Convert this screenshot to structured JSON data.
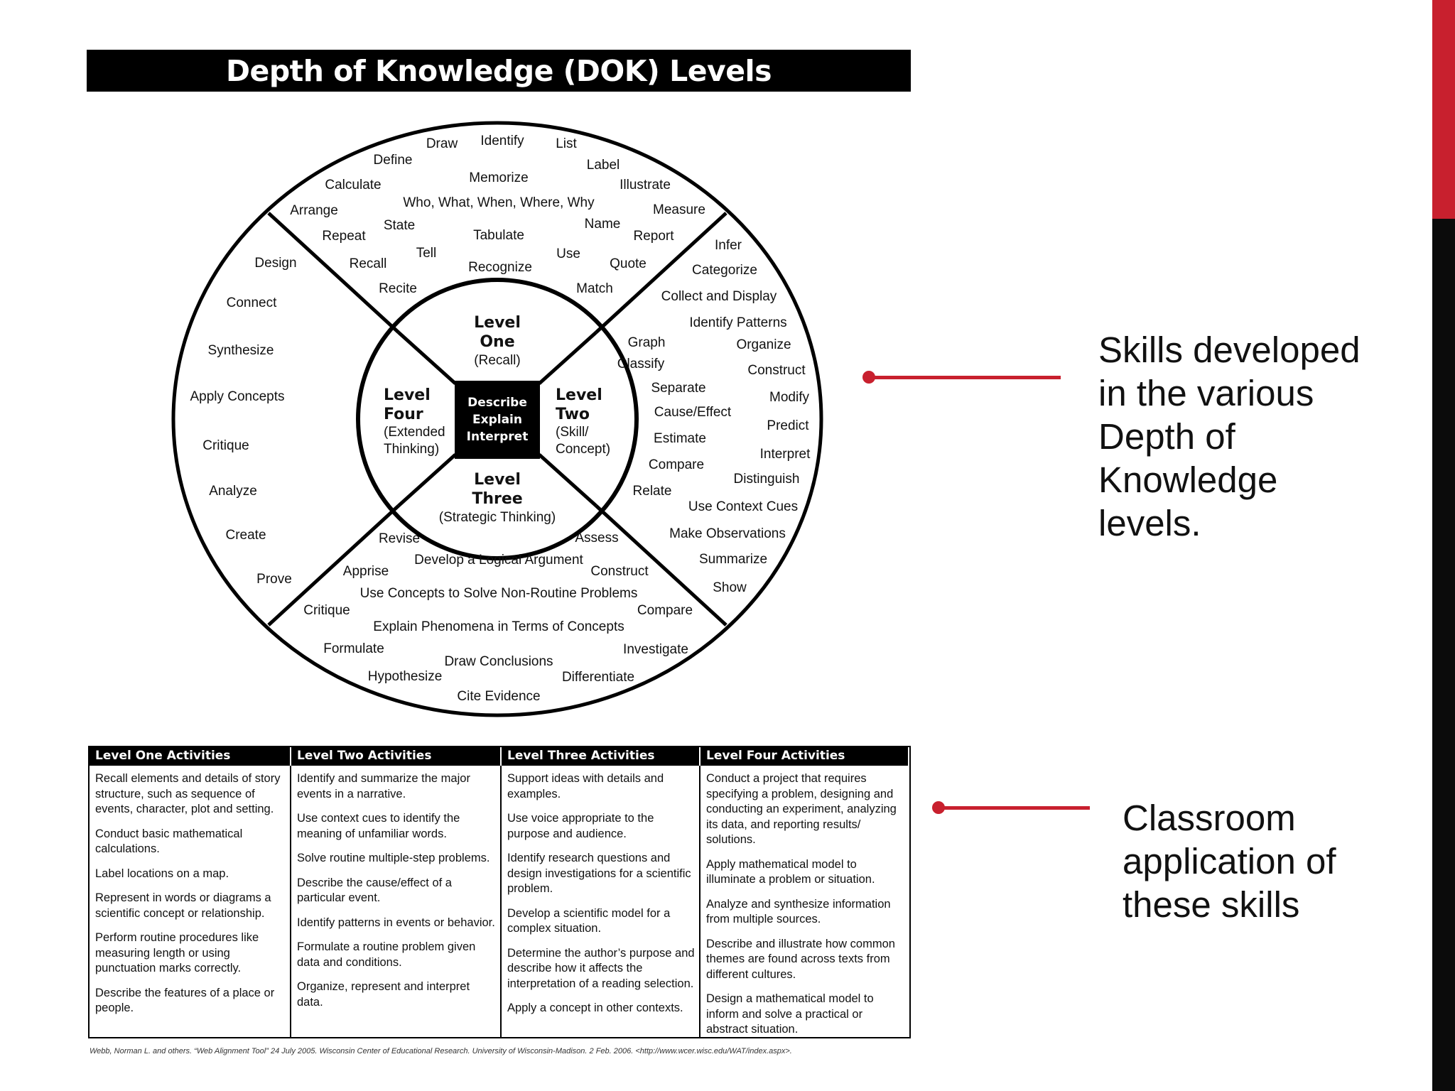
{
  "title": "Depth of Knowledge (DOK) Levels",
  "center": {
    "words": [
      "Describe",
      "Explain",
      "Interpret"
    ],
    "level_one": {
      "line1": "Level",
      "line2": "One",
      "sub1": "(Recall)"
    },
    "level_two": {
      "line1": "Level",
      "line2": "Two",
      "sub1": "(Skill/",
      "sub2": "Concept)"
    },
    "level_three": {
      "line1": "Level",
      "line2": "Three",
      "sub1": "(Strategic Thinking)"
    },
    "level_four": {
      "line1": "Level",
      "line2": "Four",
      "sub1": "(Extended",
      "sub2": "Thinking)"
    }
  },
  "level_one_words": [
    "Draw",
    "Identify",
    "List",
    "Define",
    "Label",
    "Memorize",
    "Calculate",
    "Illustrate",
    "Who, What, When, Where, Why",
    "Arrange",
    "Measure",
    "Name",
    "State",
    "Repeat",
    "Tabulate",
    "Report",
    "Use",
    "Tell",
    "Recall",
    "Quote",
    "Recognize",
    "Recite",
    "Match"
  ],
  "level_two_words": [
    "Infer",
    "Categorize",
    "Collect and Display",
    "Identify Patterns",
    "Graph",
    "Organize",
    "Classify",
    "Construct",
    "Separate",
    "Modify",
    "Cause/Effect",
    "Predict",
    "Estimate",
    "Interpret",
    "Compare",
    "Distinguish",
    "Relate",
    "Use Context Cues",
    "Make Observations",
    "Summarize",
    "Show"
  ],
  "level_three_words": [
    "Revise",
    "Assess",
    "Develop a Logical Argument",
    "Apprise",
    "Construct",
    "Use Concepts to Solve Non-Routine Problems",
    "Critique",
    "Compare",
    "Explain Phenomena in Terms of Concepts",
    "Formulate",
    "Investigate",
    "Draw Conclusions",
    "Hypothesize",
    "Differentiate",
    "Cite Evidence"
  ],
  "level_four_words": [
    "Design",
    "Connect",
    "Synthesize",
    "Apply Concepts",
    "Critique",
    "Analyze",
    "Create",
    "Prove"
  ],
  "table": {
    "headers": [
      "Level One Activities",
      "Level Two Activities",
      "Level Three Activities",
      "Level Four Activities"
    ],
    "col1": [
      "Recall elements and details of story structure, such as sequence of events, character, plot and setting.",
      "Conduct basic mathematical calculations.",
      "Label locations on a map.",
      "Represent in words or diagrams a scientific concept or relationship.",
      "Perform routine procedures like measuring length or using punctuation marks correctly.",
      "Describe the features of a place or people."
    ],
    "col2": [
      "Identify and summarize the major events in a narrative.",
      "Use context cues to identify the meaning of unfamiliar words.",
      "Solve routine multiple-step problems.",
      "Describe the cause/effect of a particular event.",
      "Identify patterns in events or behavior.",
      "Formulate a routine problem given data and conditions.",
      "Organize, represent and interpret data."
    ],
    "col3": [
      "Support ideas with details and examples.",
      "Use voice appropriate to the purpose and audience.",
      "Identify research questions and design investigations for a scientific problem.",
      "Develop a scientific model for a complex situation.",
      "Determine the author’s purpose and describe how it affects the interpretation of a reading selection.",
      "Apply a concept in other contexts."
    ],
    "col4": [
      "Conduct a project that requires specifying a problem, designing and conducting an experiment, analyzing its data, and reporting results/ solutions.",
      "Apply mathematical model to illuminate a problem or situation.",
      "Analyze and synthesize information from multiple sources.",
      "Describe and illustrate how common themes are found across texts from different cultures.",
      "Design a mathematical model to inform and solve a practical or abstract situation."
    ]
  },
  "citation": "Webb, Norman L. and others. “Web Alignment Tool” 24 July 2005. Wisconsin Center of Educational Research. University of Wisconsin-Madison. 2 Feb. 2006. <http://www.wcer.wisc.edu/WAT/index.aspx>.",
  "annotations": {
    "skills": [
      "Skills developed",
      "in the various",
      "Depth of",
      "Knowledge",
      "levels."
    ],
    "classroom": [
      "Classroom",
      "application of",
      "these skills"
    ]
  },
  "colors": {
    "accent": "#c8202e",
    "dark": "#0b0b0b"
  }
}
